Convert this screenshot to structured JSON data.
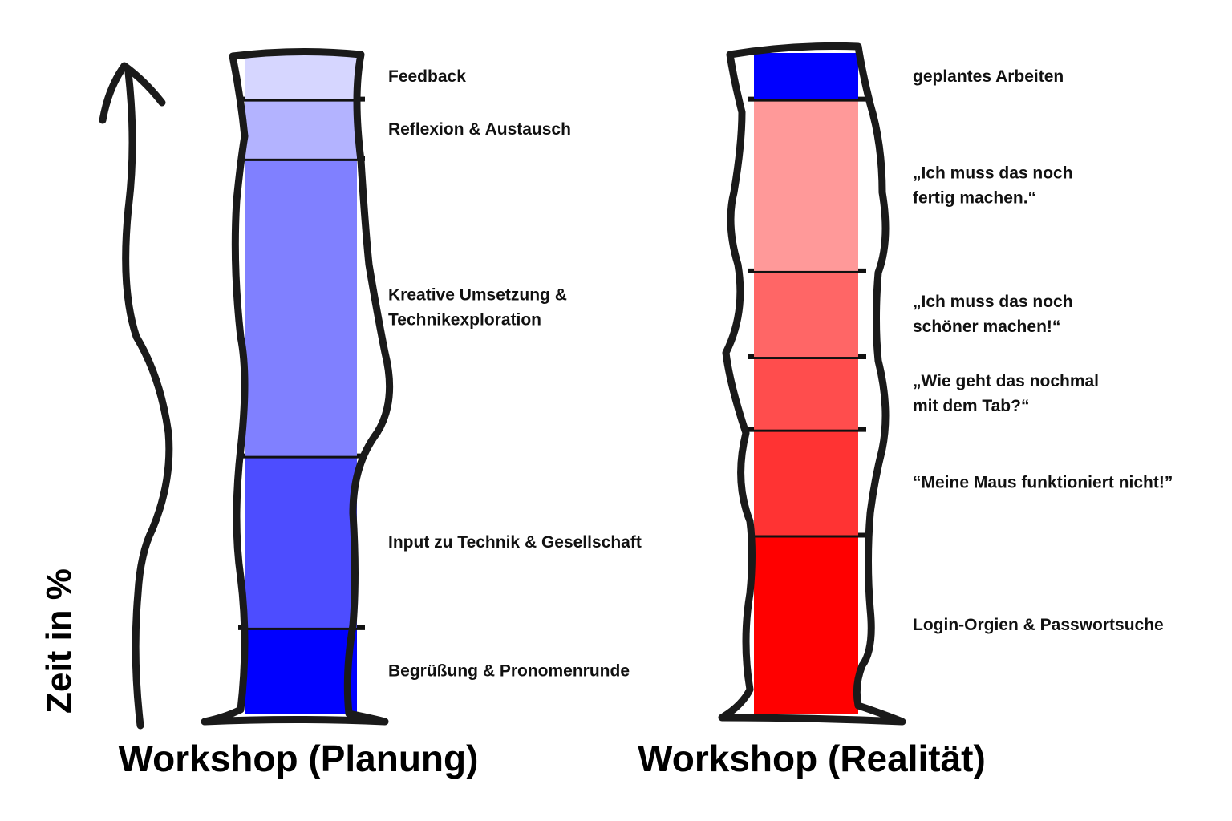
{
  "chart_data": [
    {
      "type": "bar",
      "stacked": true,
      "title": "Workshop (Planung)",
      "ylabel": "Zeit in %",
      "ylim": [
        0,
        100
      ],
      "unit": "%",
      "segments_bottom_to_top": [
        {
          "label": [
            "Begrüßung & Pronomenrunde"
          ],
          "value": 13,
          "color": "#0000ff"
        },
        {
          "label": [
            "Input zu Technik & Gesellschaft"
          ],
          "value": 26,
          "color": "#4d4dff"
        },
        {
          "label": [
            "Kreative Umsetzung &",
            "Technikexploration"
          ],
          "value": 45,
          "color": "#8080ff"
        },
        {
          "label": [
            "Reflexion & Austausch"
          ],
          "value": 9,
          "color": "#b3b3ff"
        },
        {
          "label": [
            "Feedback"
          ],
          "value": 7,
          "color": "#d6d6ff"
        }
      ]
    },
    {
      "type": "bar",
      "stacked": true,
      "title": "Workshop (Realität)",
      "ylabel": "Zeit in %",
      "ylim": [
        0,
        100
      ],
      "unit": "%",
      "segments_bottom_to_top": [
        {
          "label": [
            "Login-Orgien & Passwortsuche"
          ],
          "value": 27,
          "color": "#ff0000"
        },
        {
          "label": [
            "“Meine Maus funktioniert nicht!”"
          ],
          "value": 16,
          "color": "#ff3333"
        },
        {
          "label": [
            "„Wie geht das nochmal",
            "mit dem Tab?“"
          ],
          "value": 11,
          "color": "#ff4d4d"
        },
        {
          "label": [
            "„Ich muss das noch",
            "schöner machen!“"
          ],
          "value": 13,
          "color": "#ff6666"
        },
        {
          "label": [
            "„Ich muss das noch",
            "fertig machen.“"
          ],
          "value": 26,
          "color": "#ff9999"
        },
        {
          "label": [
            "geplantes Arbeiten"
          ],
          "value": 7,
          "color": "#0000ff"
        }
      ]
    }
  ]
}
